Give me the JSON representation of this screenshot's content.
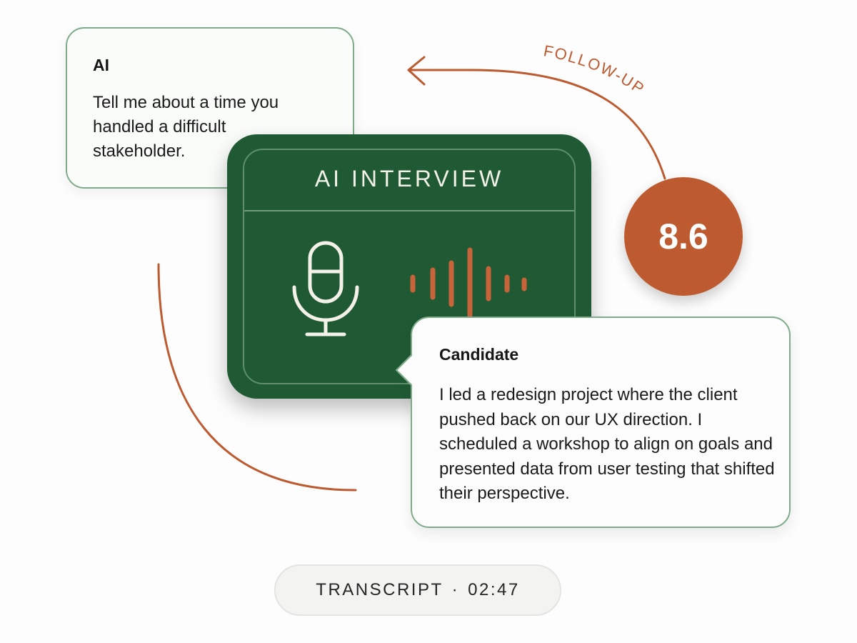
{
  "ai_message": {
    "speaker": "AI",
    "text": "Tell me about a time you handled a difficult stakeholder."
  },
  "interview_card": {
    "title": "AI INTERVIEW",
    "icon": "microphone-icon",
    "waveform_icon": "audio-waveform-icon"
  },
  "follow_up": {
    "label": "FOLLOW-UP"
  },
  "score": {
    "value": "8.6"
  },
  "candidate_message": {
    "speaker": "Candidate",
    "text": "I led a redesign project where the client pushed back on our UX direction. I scheduled a workshop to align on goals and presented data from user testing that shifted their perspective."
  },
  "transcript": {
    "label": "TRANSCRIPT",
    "separator": "·",
    "time": "02:47"
  },
  "colors": {
    "card_green": "#1f5a34",
    "accent_orange": "#bd5a2f",
    "bubble_border": "#7fab8b"
  }
}
